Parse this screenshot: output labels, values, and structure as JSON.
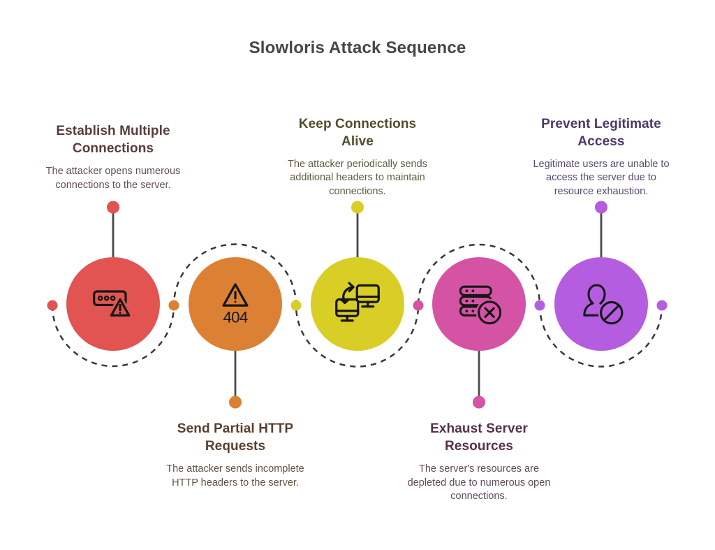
{
  "title": "Slowloris Attack Sequence",
  "colors": {
    "title": "#474747",
    "flow_line": "#383838",
    "stem_line": "#4a4a4a",
    "icon": "#161616"
  },
  "connector_dots": [
    "#e15452",
    "#dc8034",
    "#d8ce25",
    "#d553a4",
    "#b55de1",
    "#b55de1"
  ],
  "steps": [
    {
      "title": "Establish Multiple\nConnections",
      "description": "The attacker opens numerous\nconnections to the server.",
      "color": "#e15452",
      "title_color": "#5a3b3b",
      "desc_color": "#635050",
      "icon": "server-alert"
    },
    {
      "title": "Send Partial HTTP\nRequests",
      "description": "The attacker sends incomplete\nHTTP headers to the server.",
      "color": "#dc8034",
      "title_color": "#5a402f",
      "desc_color": "#635244",
      "icon": "warning-404",
      "icon_text": "404"
    },
    {
      "title": "Keep Connections\nAlive",
      "description": "The attacker periodically sends\nadditional headers to maintain\nconnections.",
      "color": "#d8ce25",
      "title_color": "#514d2b",
      "desc_color": "#5f5b41",
      "icon": "sync-monitors"
    },
    {
      "title": "Exhaust Server\nResources",
      "description": "The server's resources are\ndepleted due to numerous open\nconnections.",
      "color": "#d553a4",
      "title_color": "#56304b",
      "desc_color": "#5f4a59",
      "icon": "server-error"
    },
    {
      "title": "Prevent Legitimate\nAccess",
      "description": "Legitimate users are unable to\naccess the server due to\nresource exhaustion.",
      "color": "#b55de1",
      "title_color": "#4f3767",
      "desc_color": "#584a70",
      "icon": "user-blocked"
    }
  ]
}
